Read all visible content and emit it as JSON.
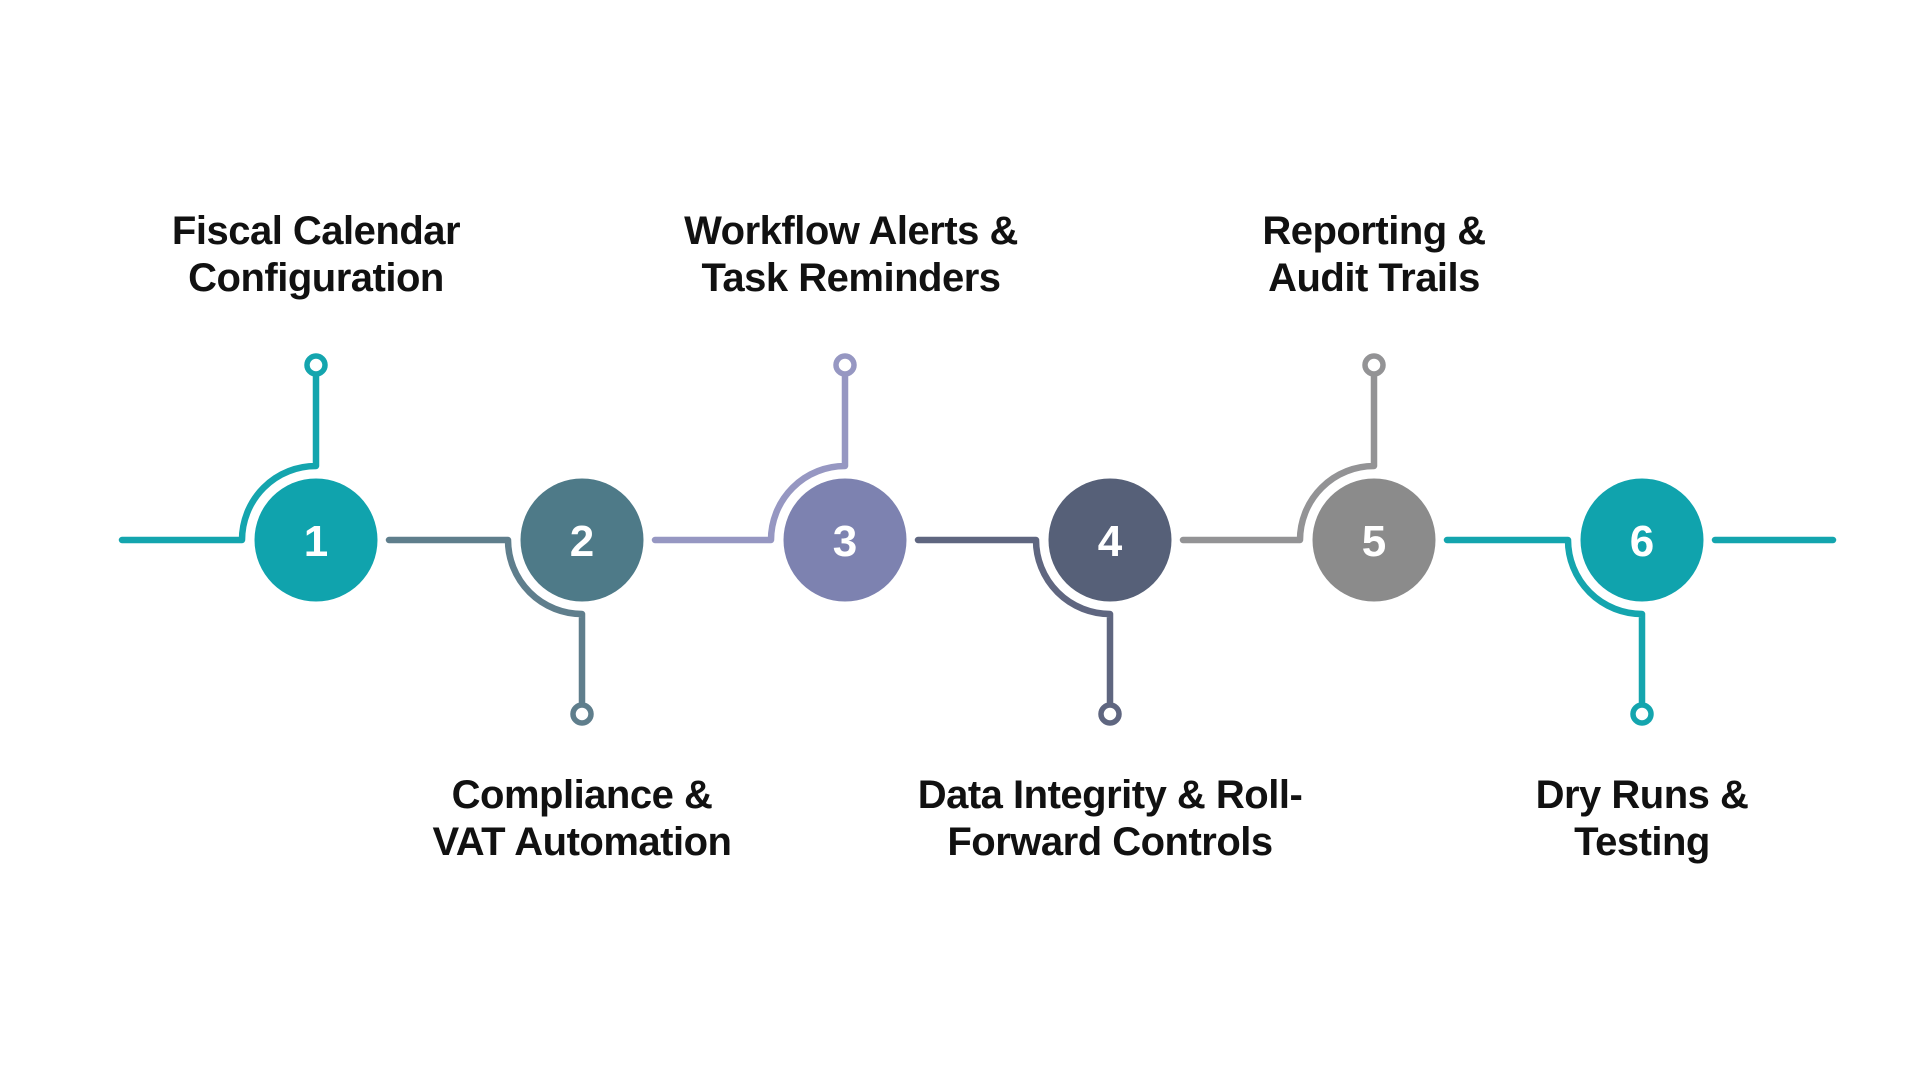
{
  "diagram": {
    "background_color": "#ffffff",
    "label_text_color": "#111111",
    "number_text_color": "#ffffff",
    "trailing_line_color": "#14a5ae",
    "steps": [
      {
        "number": "1",
        "label": "Fiscal Calendar\nConfiguration",
        "label_position": "top",
        "circle_color": "#10a3ad",
        "line_color": "#14a5ae"
      },
      {
        "number": "2",
        "label": "Compliance &\nVAT Automation",
        "label_position": "bottom",
        "circle_color": "#4e7a88",
        "line_color": "#5f7e8c"
      },
      {
        "number": "3",
        "label": "Workflow Alerts &\nTask Reminders",
        "label_position": "top",
        "circle_color": "#7d82b0",
        "line_color": "#9697c2"
      },
      {
        "number": "4",
        "label": "Data Integrity & Roll-\nForward Controls",
        "label_position": "bottom",
        "circle_color": "#566078",
        "line_color": "#5f6680"
      },
      {
        "number": "5",
        "label": "Reporting &\nAudit Trails",
        "label_position": "top",
        "circle_color": "#8b8b8b",
        "line_color": "#939395"
      },
      {
        "number": "6",
        "label": "Dry Runs &\nTesting",
        "label_position": "bottom",
        "circle_color": "#10a3ad",
        "line_color": "#14a5ae"
      }
    ]
  }
}
